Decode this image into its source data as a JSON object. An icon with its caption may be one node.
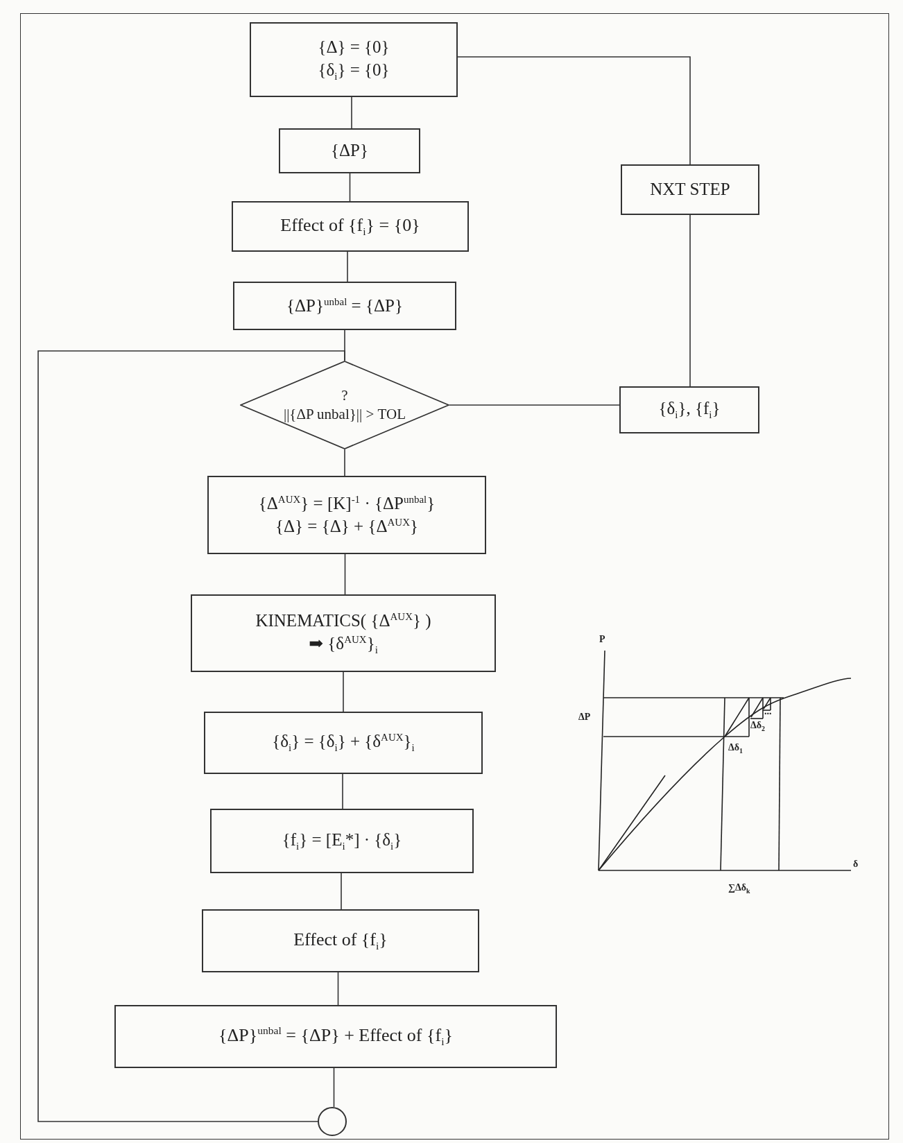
{
  "diagram": {
    "nodes": [
      {
        "text": [
          "{Δ} = {0}",
          "{δ$_{i}$} = {0}"
        ]
      },
      {
        "text": [
          "{ΔP}"
        ]
      },
      {
        "text": [
          "Effect of {f$_{i}$} = {0}"
        ]
      },
      {
        "text": [
          "{ΔP}$^{unbal}$ = {ΔP}"
        ]
      },
      {
        "text": [
          "?",
          "||{ΔP unbal}|| > TOL"
        ]
      },
      {
        "text": [
          "{Δ$^{AUX}$} = [K]$^{-1}$ · {ΔP$^{unbal}$}",
          "{Δ} = {Δ} + {Δ$^{AUX}$}"
        ]
      },
      {
        "text": [
          "KINEMATICS( {Δ$^{AUX}$} )",
          "➡ {δ$^{AUX}$}$_{i}$"
        ]
      },
      {
        "text": [
          "{δ$_{i}$} = {δ$_{i}$} + {δ$^{AUX}$}$_{i}$"
        ]
      },
      {
        "text": [
          "{f$_{i}$} = [E$_{i}$*] · {δ$_{i}$}"
        ]
      },
      {
        "text": [
          "Effect of {f$_{i}$}"
        ]
      },
      {
        "text": [
          "{ΔP}$^{unbal}$ = {ΔP} + Effect of {f$_{i}$}"
        ]
      },
      {
        "text": [],
        "shape": "circle"
      },
      {
        "text": [
          "NXT STEP"
        ]
      },
      {
        "text": [
          "{δ$_{i}$}, {f$_{i}$}"
        ]
      }
    ],
    "edges": [
      {
        "from": 0,
        "to": 1,
        "arrow": "none"
      },
      {
        "from": 1,
        "to": 2,
        "arrow": "none"
      },
      {
        "from": 2,
        "to": 3,
        "arrow": "none"
      },
      {
        "from": 3,
        "to": 4,
        "arrow": "none"
      },
      {
        "from": 4,
        "to": 5,
        "arrow": "none"
      },
      {
        "from": 5,
        "to": 6,
        "arrow": "none"
      },
      {
        "from": 6,
        "to": 7,
        "arrow": "none"
      },
      {
        "from": 7,
        "to": 8,
        "arrow": "none"
      },
      {
        "from": 8,
        "to": 9,
        "arrow": "none"
      },
      {
        "from": 9,
        "to": 10,
        "arrow": "none"
      },
      {
        "from": 10,
        "to": 11,
        "arrow": "none"
      },
      {
        "from": 11,
        "to": 4,
        "arrow": "none"
      },
      {
        "from": 4,
        "to": 13,
        "arrow": "none"
      },
      {
        "from": 13,
        "to": 12,
        "arrow": "none"
      },
      {
        "from": 12,
        "to": 0,
        "arrow": "none"
      }
    ],
    "labels": [
      "P",
      "ΔP",
      "Δδ$_{2}$",
      "...",
      "Δδ$_{1}$",
      "δ",
      "∑Δδ$_{k}$"
    ]
  }
}
